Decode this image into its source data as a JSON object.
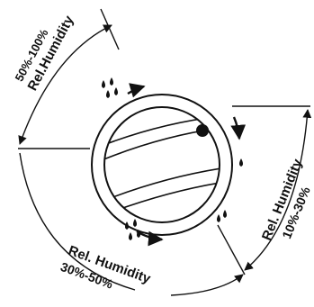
{
  "labels": {
    "top_left": {
      "title": "Rel.Humidity",
      "range": "50%-100%"
    },
    "right": {
      "title": "Rel. Humidity",
      "range": "10%-30%"
    },
    "bottom": {
      "title": "Rel. Humidity",
      "range": "30%-50%"
    }
  }
}
